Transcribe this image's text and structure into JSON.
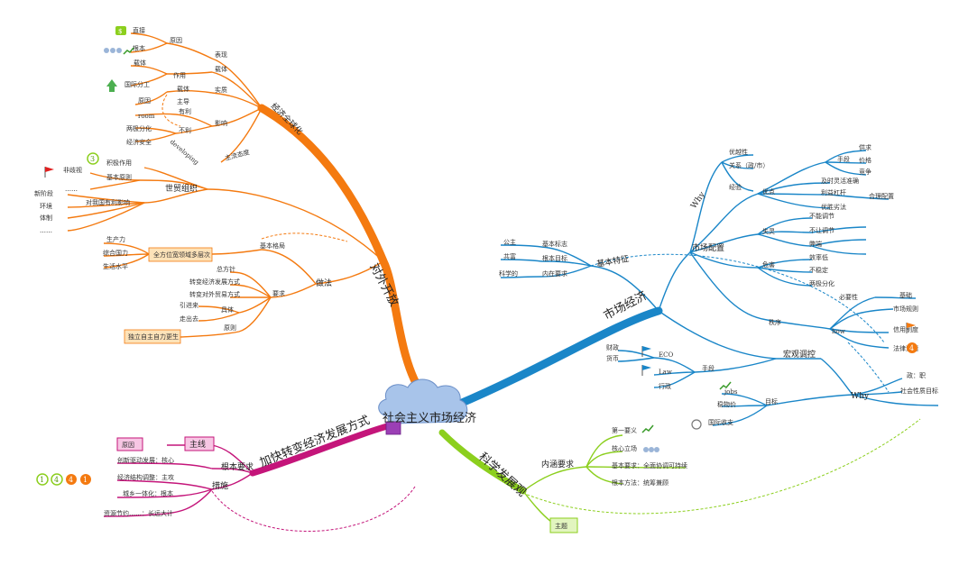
{
  "center": {
    "title": "社会主义市场经济"
  },
  "colors": {
    "orange": "#f47a10",
    "blue": "#1a86c8",
    "green": "#8ccf1e",
    "magenta": "#c4157a",
    "cloud": "#a8c4ea",
    "pink_box": "#f7c6e4",
    "orange_box": "#fde2b8",
    "green_box": "#e2f5bf"
  },
  "opening": {
    "label": "对外开放",
    "globalization": {
      "label": "经济全球化",
      "biaoxian": "表现",
      "yuanyin": "原因",
      "zhijie": "直接",
      "genben": "根本",
      "zaiti": "载体",
      "zaiti2": "载体",
      "zuoyong": "作用",
      "guojifengong": "国际分工",
      "shizhi": "实质",
      "zaiti3": "载体",
      "zhudao": "主导",
      "yingxiang": "影响",
      "youli": "有利",
      "buli": "不利",
      "yuanyin2": "原因",
      "room": "room",
      "liangji": "两极分化",
      "anquan": "经济安全",
      "zhuliu": "主流态度",
      "developing": "developing"
    },
    "wto": {
      "label": "世贸组织",
      "jiji": "积极作用",
      "jiben": "基本原则",
      "feiqishi": "非歧视",
      "dots1": "……",
      "duiwo": "对我国有利影响",
      "xinjieduan": "新阶段",
      "huanjing": "环境",
      "tizhi": "体制",
      "dots2": "……"
    },
    "methods": {
      "label": "做法",
      "geju": "基本格局",
      "quanfangwei": "全方位宽领域多层次",
      "shengchanli": "生产力",
      "zonghe": "综合国力",
      "shenghuo": "生活水平",
      "yaoqiu": "要求",
      "zongfangzhen": "总方针",
      "zhuanbian1": "转变经济发展方式",
      "zhuanbian2": "转变对外贸易方式",
      "yinjinlai": "引进来",
      "zouchuqu": "走出去",
      "juti": "具体",
      "yuanze": "原则",
      "duli": "独立自主自力更生"
    }
  },
  "market": {
    "label": "市场经济",
    "basic": {
      "label": "基本特征",
      "gongzhu": "公主",
      "biaozhi": "基本标志",
      "gongfu": "共富",
      "mubiao": "根本目标",
      "kexue": "科学的",
      "neizai": "内在要求"
    },
    "allocation": {
      "label": "市场配置",
      "why": "Why",
      "youyuexing": "优越性",
      "guanxi": "关系（政/市）",
      "jingyan": "经验",
      "shouduan": "手段",
      "gongqiu": "供求",
      "jiage": "价格",
      "jingzheng": "竞争",
      "youdian": "优点",
      "jishi": "及时灵活准确",
      "liyi": "利益杠杆",
      "heli": "合理配置",
      "yousheng": "优胜劣汰",
      "shiling": "失灵",
      "bunengtiaojie": "不能调节",
      "burangtiaojie": "不让调节",
      "zhibi": "弊端",
      "weihai": "危害",
      "xiaolvdi": "效率低",
      "buwending": "不稳定",
      "liangjifenhua": "两极分化",
      "zhixu": "秩序",
      "how": "how",
      "biyaoxing": "必要性",
      "jichu": "基础",
      "shichang": "市场规则",
      "xinyong": "信用制度",
      "fal": "法律道德"
    },
    "macro": {
      "label": "宏观调控",
      "shouduan": "手段",
      "caizheng": "财政",
      "huobi": "货币",
      "eco": "ECO",
      "law": "Law",
      "xingzheng": "行政",
      "why": "Why",
      "mubiao": "目标",
      "jobs": "jobs",
      "wujia": "稳物价",
      "guoji": "国际收支",
      "zhengshi": "政：职",
      "shehui": "社会性质目标"
    }
  },
  "science": {
    "label": "科学发展观",
    "neihan": "内涵要求",
    "diyi": "第一要义",
    "hexin": "核心立场",
    "jibenyaoqiu": "基本要求：全面协调可持续",
    "genbenfangfa": "根本方法：统筹兼顾",
    "zhuti": "主题"
  },
  "transform": {
    "label": "加快转变经济发展方式",
    "zhuxian": "主线",
    "yuanyin": "原因",
    "jibenyaoqiu": "根本要求",
    "chuangxin": "创新驱动发展：核心",
    "cuoshi": "措施",
    "jiegou": "经济结构调整：主攻",
    "chengxiang": "城乡一体化：根本",
    "ziyuan": "资源节约……：长远大计",
    "badges": [
      "1",
      "4",
      "4",
      "1"
    ]
  }
}
